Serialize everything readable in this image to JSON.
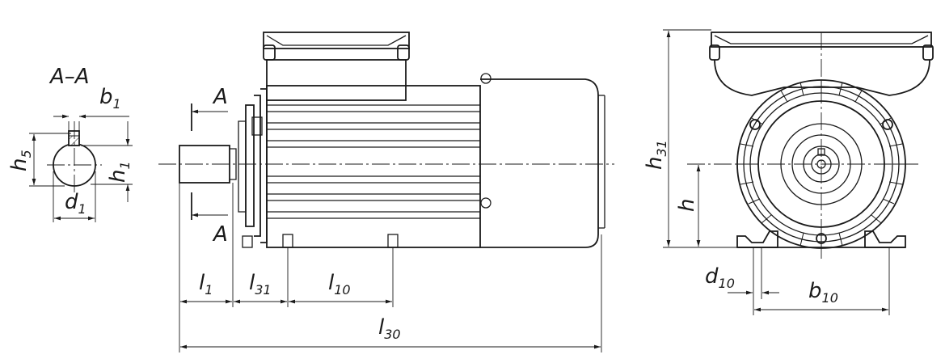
{
  "section": {
    "name": "A–A"
  },
  "cut_marks": {
    "top": "A",
    "bottom": "A"
  },
  "dims": {
    "b1": {
      "base": "b",
      "sub": "1"
    },
    "h5": {
      "base": "h",
      "sub": "5"
    },
    "h1": {
      "base": "h",
      "sub": "1"
    },
    "d1": {
      "base": "d",
      "sub": "1"
    },
    "l1": {
      "base": "l",
      "sub": "1"
    },
    "l31": {
      "base": "l",
      "sub": "31"
    },
    "l10": {
      "base": "l",
      "sub": "10"
    },
    "l30": {
      "base": "l",
      "sub": "30"
    },
    "h31": {
      "base": "h",
      "sub": "31"
    },
    "h": {
      "base": "h",
      "sub": ""
    },
    "d10": {
      "base": "d",
      "sub": "10"
    },
    "b10": {
      "base": "b",
      "sub": "10"
    }
  }
}
